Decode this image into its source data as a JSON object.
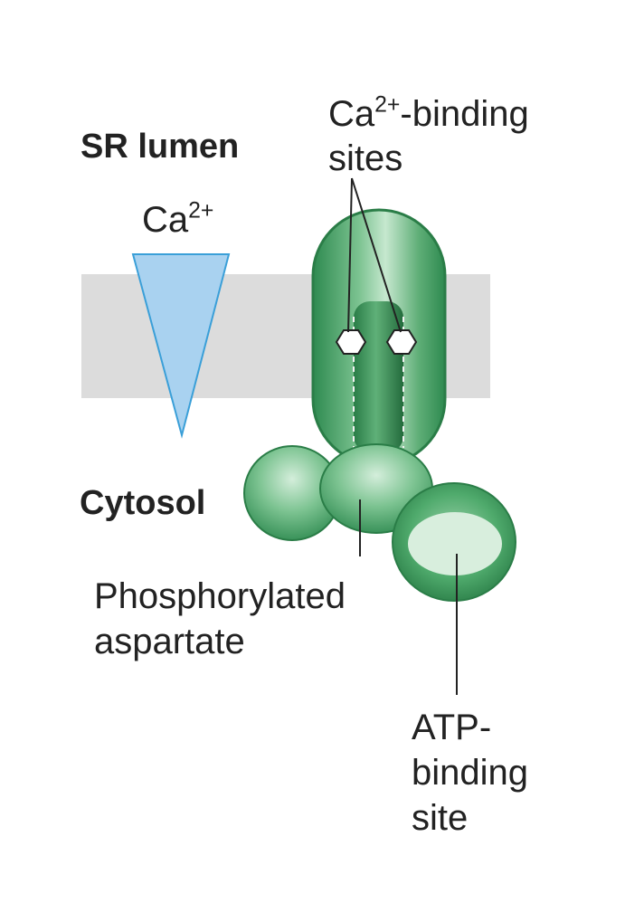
{
  "labels": {
    "sr_lumen": "SR lumen",
    "cytosol": "Cytosol",
    "ca_gradient_base": "Ca",
    "ca_gradient_charge": "2+",
    "ca_sites_base": "Ca",
    "ca_sites_charge": "2+",
    "ca_sites_rest": "-binding",
    "ca_sites_line2": "sites",
    "phospho_line1": "Phosphorylated",
    "phospho_line2": "aspartate",
    "atp_line1": "ATP-",
    "atp_line2": "binding",
    "atp_line3": "site"
  },
  "colors": {
    "membrane": "#dcdcdc",
    "gradient_fill": "#a9d2f0",
    "gradient_stroke": "#3a9fd8",
    "protein_dark": "#2e8a50",
    "protein_mid": "#4faa6c",
    "protein_light": "#bfe3c8",
    "line": "#222222"
  }
}
